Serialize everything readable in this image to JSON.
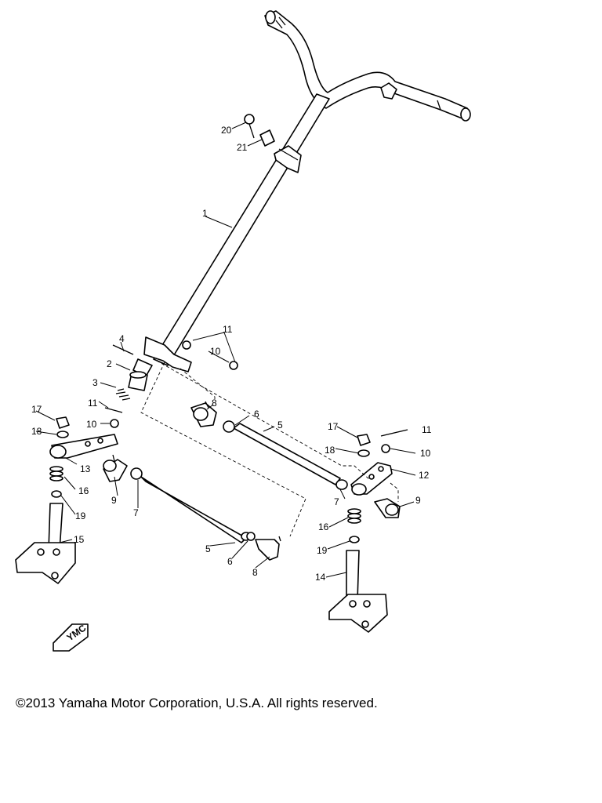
{
  "callouts": [
    {
      "id": "c1",
      "text": "1"
    },
    {
      "id": "c2",
      "text": "2"
    },
    {
      "id": "c3",
      "text": "3"
    },
    {
      "id": "c4",
      "text": "4"
    },
    {
      "id": "c5a",
      "text": "5"
    },
    {
      "id": "c5b",
      "text": "5"
    },
    {
      "id": "c6a",
      "text": "6"
    },
    {
      "id": "c6b",
      "text": "6"
    },
    {
      "id": "c7a",
      "text": "7"
    },
    {
      "id": "c7b",
      "text": "7"
    },
    {
      "id": "c8a",
      "text": "8"
    },
    {
      "id": "c8b",
      "text": "8"
    },
    {
      "id": "c9a",
      "text": "9"
    },
    {
      "id": "c9b",
      "text": "9"
    },
    {
      "id": "c10a",
      "text": "10"
    },
    {
      "id": "c10b",
      "text": "10"
    },
    {
      "id": "c10c",
      "text": "10"
    },
    {
      "id": "c11a",
      "text": "11"
    },
    {
      "id": "c11b",
      "text": "11"
    },
    {
      "id": "c11c",
      "text": "11"
    },
    {
      "id": "c12",
      "text": "12"
    },
    {
      "id": "c13",
      "text": "13"
    },
    {
      "id": "c14",
      "text": "14"
    },
    {
      "id": "c15",
      "text": "15"
    },
    {
      "id": "c16a",
      "text": "16"
    },
    {
      "id": "c16b",
      "text": "16"
    },
    {
      "id": "c17a",
      "text": "17"
    },
    {
      "id": "c17b",
      "text": "17"
    },
    {
      "id": "c18a",
      "text": "18"
    },
    {
      "id": "c18b",
      "text": "18"
    },
    {
      "id": "c19a",
      "text": "19"
    },
    {
      "id": "c19b",
      "text": "19"
    },
    {
      "id": "c20",
      "text": "20"
    },
    {
      "id": "c21",
      "text": "21"
    }
  ],
  "logo": {
    "text": "YMC"
  },
  "copyright": "©2013 Yamaha Motor Corporation, U.S.A. All rights reserved."
}
